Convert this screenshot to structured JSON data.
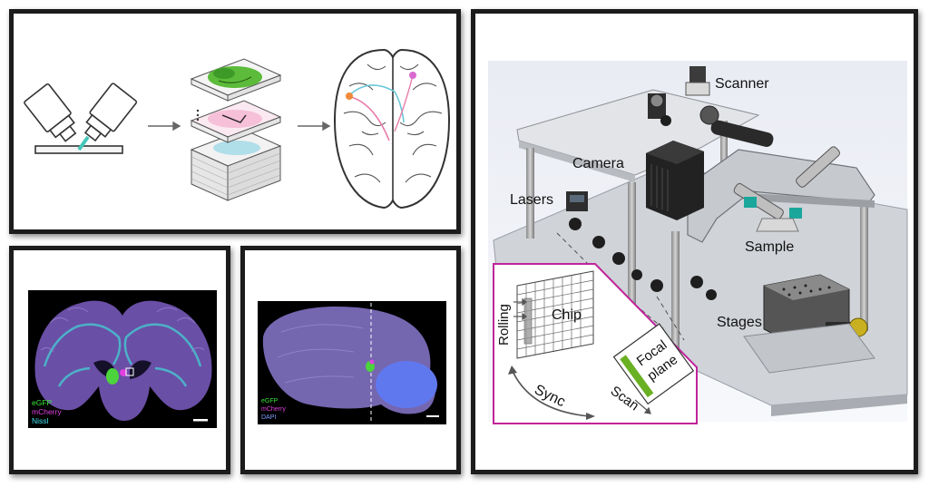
{
  "panels": {
    "workflow": {
      "icons": [
        "microscope-objective-icon",
        "section-stack-icon",
        "brain-icon",
        "arrow-right-icon"
      ]
    },
    "coronal": {
      "legend": [
        {
          "label": "eGFP",
          "color": "#39e639"
        },
        {
          "label": "mCherry",
          "color": "#e040e0"
        },
        {
          "label": "Nissl",
          "color": "#40e0f0"
        }
      ]
    },
    "sagittal": {
      "legend": [
        {
          "label": "eGFP",
          "color": "#39e639"
        },
        {
          "label": "mCherry",
          "color": "#e040e0"
        },
        {
          "label": "DAPI",
          "color": "#7fa0ff"
        }
      ]
    },
    "setup": {
      "labels": {
        "scanner": "Scanner",
        "camera": "Camera",
        "lasers": "Lasers",
        "sample": "Sample",
        "stages": "Stages"
      },
      "inset": {
        "chip": "Chip",
        "rolling": "Rolling",
        "sync": "Sync",
        "scan": "Scan",
        "focal": "Focal",
        "plane": "plane",
        "border_color": "#c0249a",
        "focal_bar_color": "#6ab023"
      }
    }
  }
}
